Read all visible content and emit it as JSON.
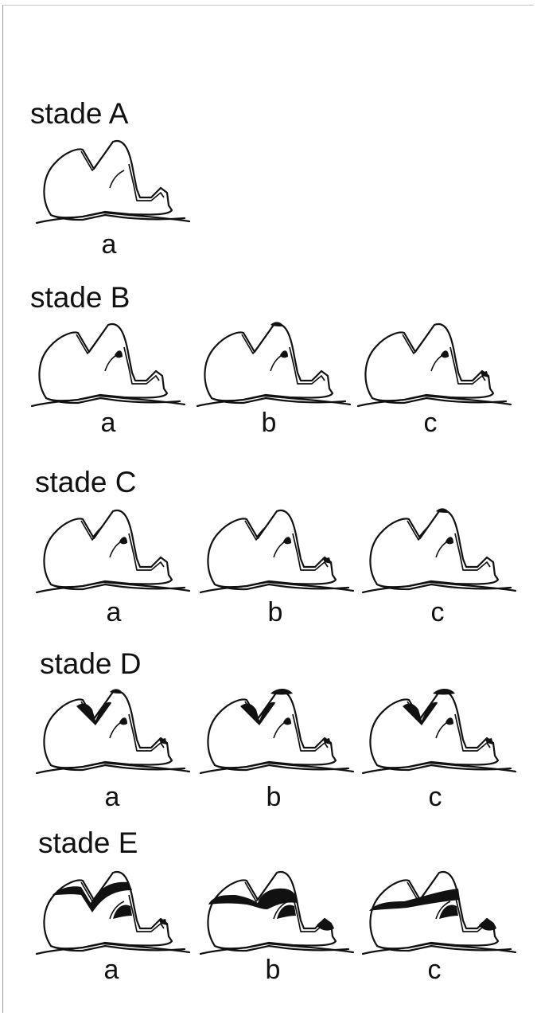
{
  "stages": [
    {
      "id": "A",
      "title": "stade A",
      "teeth": [
        {
          "label": "a",
          "dark": []
        }
      ]
    },
    {
      "id": "B",
      "title": "stade B",
      "teeth": [
        {
          "label": "a",
          "dark": [
            "pulp-dot"
          ]
        },
        {
          "label": "b",
          "dark": [
            "cusp-tip",
            "pulp-dot"
          ]
        },
        {
          "label": "c",
          "dark": [
            "pulp-dot",
            "distal-small"
          ]
        }
      ]
    },
    {
      "id": "C",
      "title": "stade C",
      "teeth": [
        {
          "label": "a",
          "dark": [
            "notch",
            "pulp-dot"
          ]
        },
        {
          "label": "b",
          "dark": [
            "notch",
            "pulp-dot",
            "distal-small"
          ]
        },
        {
          "label": "c",
          "dark": [
            "notch",
            "cusp-tip",
            "pulp-dot"
          ]
        }
      ]
    },
    {
      "id": "D",
      "title": "stade D",
      "teeth": [
        {
          "label": "a",
          "dark": [
            "valley-d",
            "cusp-tip",
            "pulp-dot",
            "distal-small"
          ]
        },
        {
          "label": "b",
          "dark": [
            "valley-d",
            "cusp-top",
            "pulp-dot",
            "distal-small"
          ]
        },
        {
          "label": "c",
          "dark": [
            "valley-d",
            "cusp-top",
            "pulp-dot",
            "distal-small"
          ]
        }
      ]
    },
    {
      "id": "E",
      "title": "stade E",
      "teeth": [
        {
          "label": "a",
          "dark": [
            "crown-e",
            "pulp-big",
            "distal-small"
          ]
        },
        {
          "label": "b",
          "dark": [
            "crown-flat",
            "pulp-big",
            "distal-big"
          ]
        },
        {
          "label": "c",
          "dark": [
            "crown-flat2",
            "pulp-big",
            "distal-big"
          ]
        }
      ]
    }
  ]
}
